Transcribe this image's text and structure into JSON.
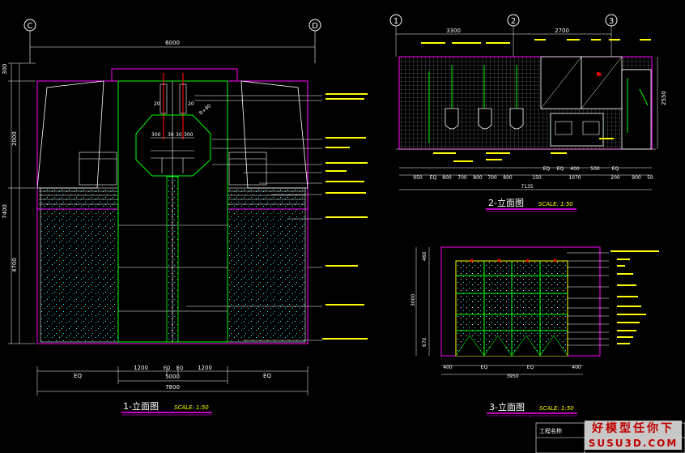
{
  "grid_markers": {
    "c": "C",
    "d": "D",
    "one": "1",
    "two": "2",
    "three": "3"
  },
  "view1": {
    "title": "1-立面图",
    "scale": "SCALE: 1:50",
    "dim_top": "6000",
    "dims_left": [
      "300",
      "2000",
      "7400",
      "4700"
    ],
    "dims_bottom_row": [
      "EQ",
      "1200",
      "EQ",
      "EQ",
      "1200",
      "EQ"
    ],
    "dim_mid": "5000",
    "dim_total": "7800",
    "circle_dims": [
      "20",
      "20",
      "300",
      "30",
      "30",
      "300",
      "R+90"
    ]
  },
  "view2": {
    "title": "2-立面图",
    "scale": "SCALE: 1:50",
    "dims_top": [
      "3300",
      "2700"
    ],
    "dim_right": "2550",
    "dims_bottom_a": [
      "EQ",
      "EQ",
      "400",
      "500",
      "EQ"
    ],
    "dims_bottom_b": [
      "950",
      "EQ",
      "800",
      "700",
      "800",
      "700",
      "800",
      "150",
      "1070",
      "200",
      "900",
      "50"
    ],
    "dim_total": "7135"
  },
  "view3": {
    "title": "3-立面图",
    "scale": "SCALE: 1:50",
    "dims_left": [
      "460",
      "3000",
      "670"
    ],
    "dims_bottom_a": [
      "400",
      "EQ",
      "EQ",
      "400"
    ],
    "dim_total": "3950"
  },
  "title_block": {
    "label": "工程名称"
  },
  "watermark": {
    "line1": "好模型任你下",
    "line2": "SUSU3D.COM"
  },
  "colors": {
    "bg": "#000000",
    "white": "#ffffff",
    "magenta": "#ff00ff",
    "green": "#00ff00",
    "cyan": "#00ffff",
    "yellow": "#ffff00",
    "red": "#ff0000"
  }
}
